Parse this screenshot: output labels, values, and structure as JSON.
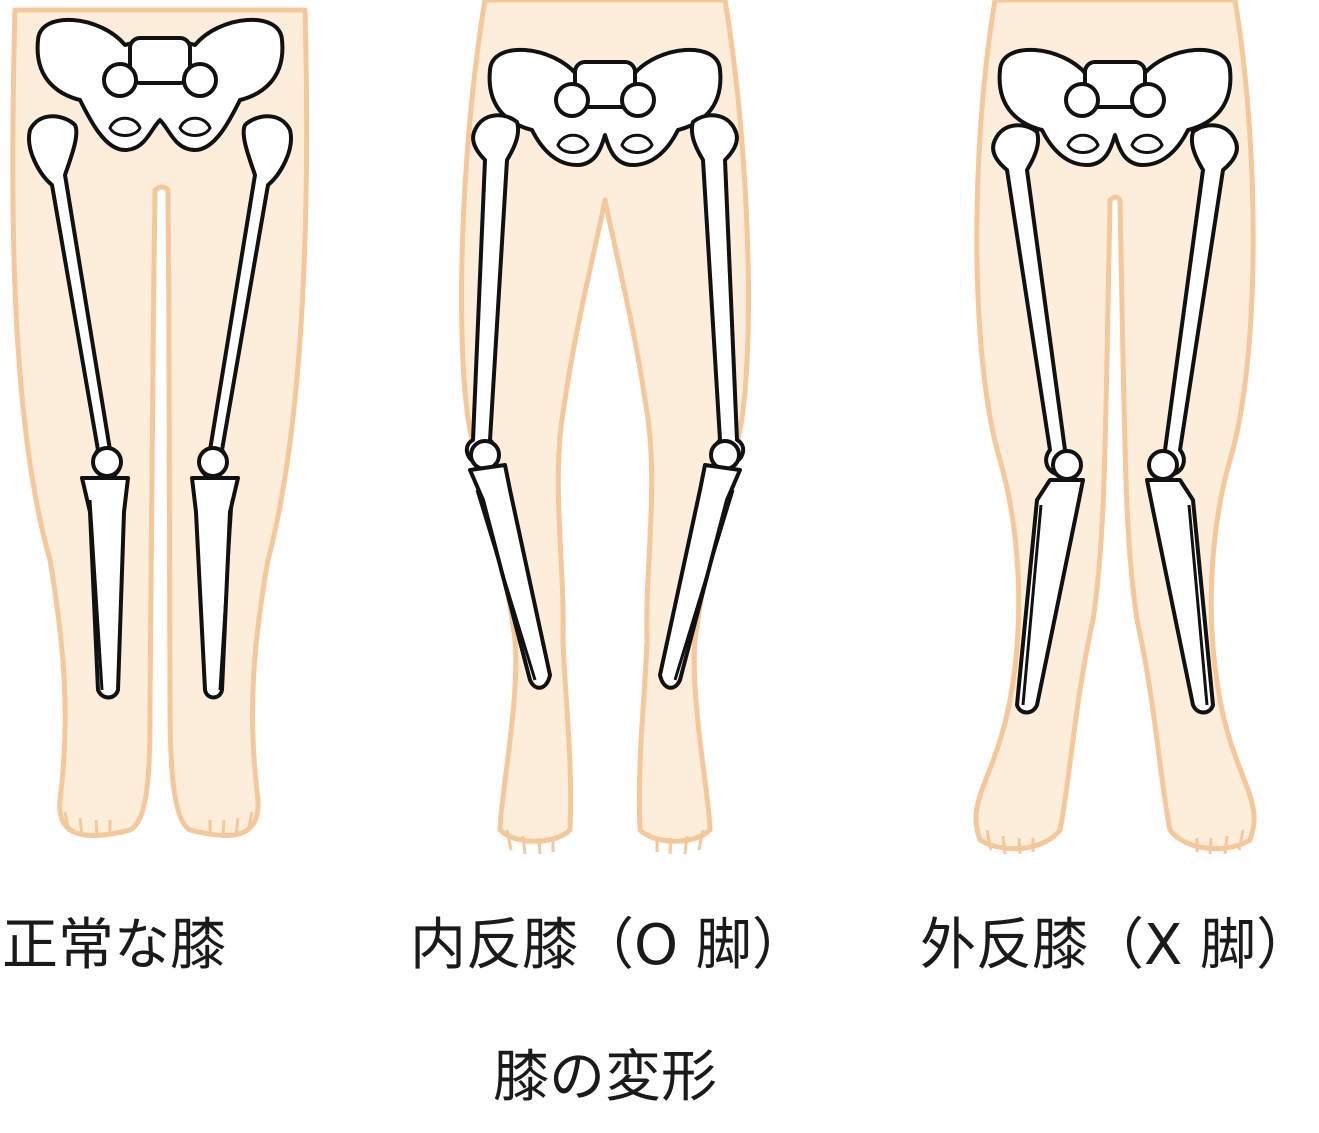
{
  "figures": [
    {
      "id": "normal",
      "label": "正常な膝"
    },
    {
      "id": "bow",
      "label": "内反膝（O 脚）"
    },
    {
      "id": "knock",
      "label": "外反膝（X 脚）"
    }
  ],
  "main_title": "膝の変形",
  "colors": {
    "skin_fill": "#fdeedc",
    "skin_outline": "#f4c89a",
    "bone_outline": "#111111"
  }
}
